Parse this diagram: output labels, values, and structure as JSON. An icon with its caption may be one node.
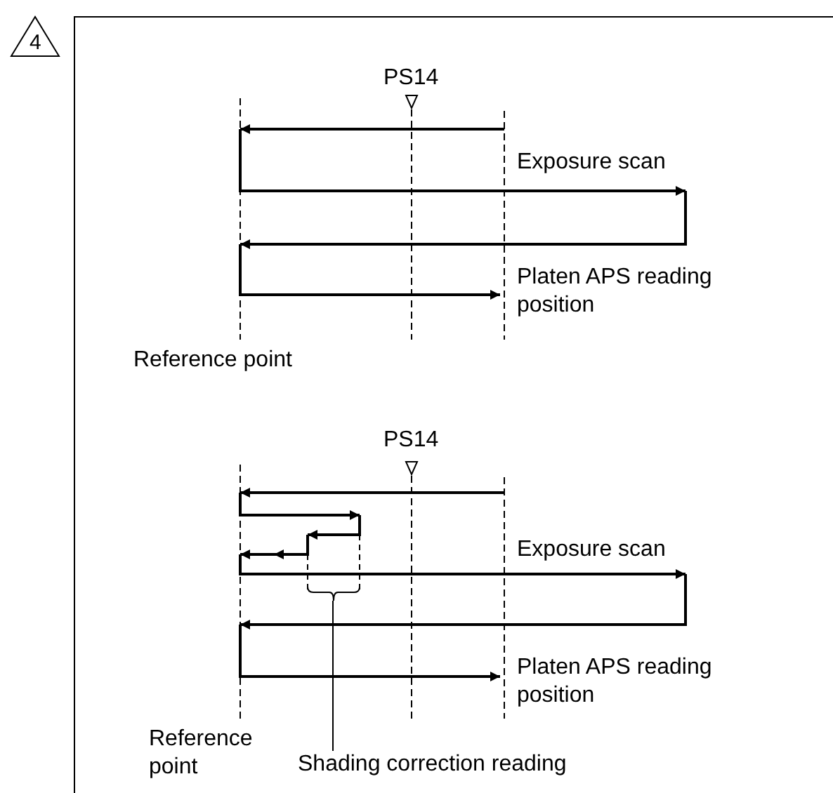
{
  "diagram": {
    "nodes": [
      {
        "text": [
          "Shading correction reading"
        ]
      },
      {
        "text": [],
        "shape": "bracket"
      }
    ],
    "edges": [
      {
        "from": 0,
        "to": 1,
        "arrow": "none"
      }
    ],
    "labels": [
      "4",
      "PS14",
      "Exposure scan",
      "Platen APS reading position",
      "Reference point",
      "PS14",
      "Exposure scan",
      "Platen APS reading position",
      "Reference point"
    ]
  }
}
